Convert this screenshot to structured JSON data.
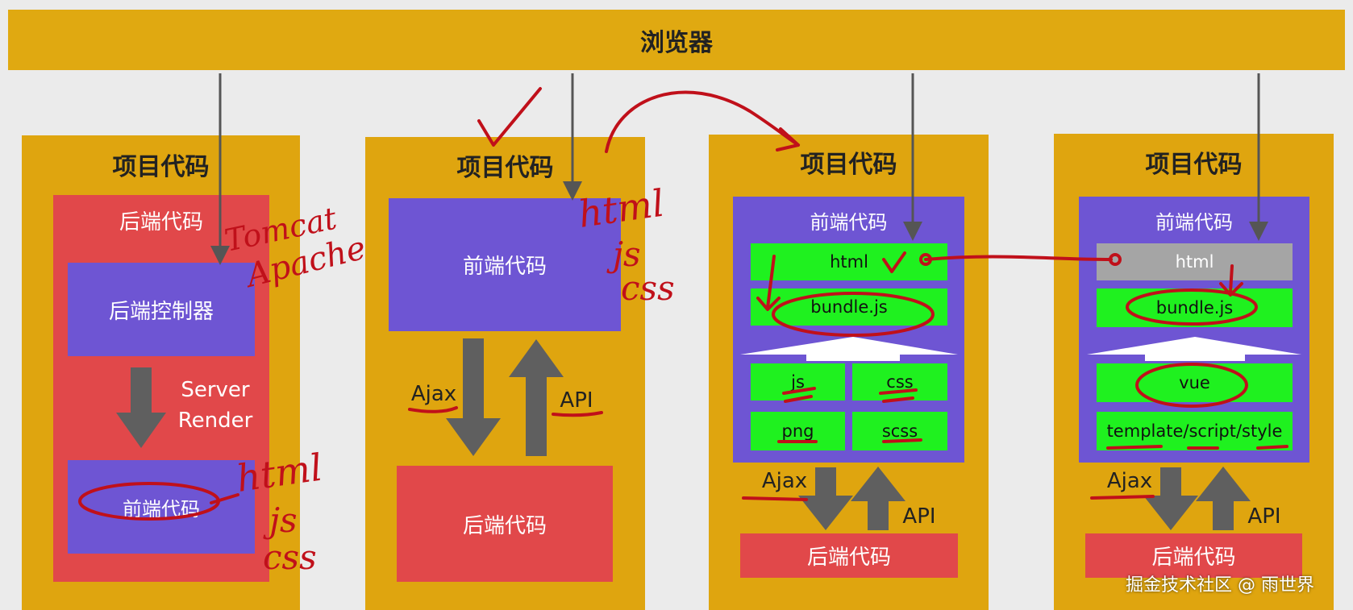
{
  "browser": {
    "label": "浏览器"
  },
  "columns": [
    {
      "title": "项目代码",
      "backend_label": "后端代码",
      "controller_label": "后端控制器",
      "render_label_line1": "Server",
      "render_label_line2": "Render",
      "frontend_label": "前端代码"
    },
    {
      "title": "项目代码",
      "frontend_label": "前端代码",
      "ajax_label": "Ajax",
      "api_label": "API",
      "backend_label": "后端代码"
    },
    {
      "title": "项目代码",
      "frontend_label": "前端代码",
      "html_label": "html",
      "bundle_label": "bundle.js",
      "js_label": "js",
      "css_label": "css",
      "png_label": "png",
      "scss_label": "scss",
      "ajax_label": "Ajax",
      "api_label": "API",
      "backend_label": "后端代码"
    },
    {
      "title": "项目代码",
      "frontend_label": "前端代码",
      "html_label": "html",
      "bundle_label": "bundle.js",
      "vue_label": "vue",
      "tss_label": "template/script/style",
      "ajax_label": "Ajax",
      "api_label": "API",
      "backend_label": "后端代码"
    }
  ],
  "handwriting": {
    "tomcat": "Tomcat",
    "apache": "Apache",
    "html": "html",
    "js": "js",
    "css": "css"
  },
  "watermark": "掘金技术社区 @ 雨世界",
  "colors": {
    "gold": "#dfa50f",
    "red": "#e1484a",
    "purple": "#6e55d3",
    "green": "#1ff11f",
    "gray": "#a5a5a5",
    "arrow": "#5f5f5f",
    "ink": "#c0101a"
  }
}
